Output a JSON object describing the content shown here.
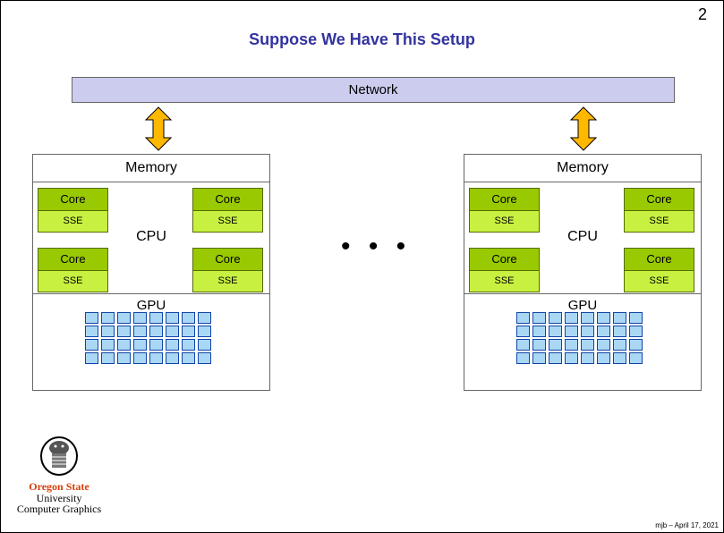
{
  "slide": {
    "page_number": "2",
    "title": "Suppose We Have This Setup",
    "network_label": "Network",
    "ellipsis": "• • •",
    "footer": "mjb – April 17, 2021"
  },
  "node": {
    "memory_label": "Memory",
    "cpu_label": "CPU",
    "gpu_label": "GPU",
    "core_label": "Core",
    "sse_label": "SSE"
  },
  "logo": {
    "line1": "Oregon State",
    "line2": "University",
    "line3": "Computer Graphics"
  },
  "colors": {
    "title": "#3333a0",
    "network_fill": "#ccccee",
    "core_fill": "#99c900",
    "sse_fill": "#c8f040",
    "gpu_cell_fill": "#aad8f4",
    "gpu_cell_border": "#1144aa",
    "arrow_fill": "#ffb800",
    "osu_orange": "#d73f09"
  }
}
